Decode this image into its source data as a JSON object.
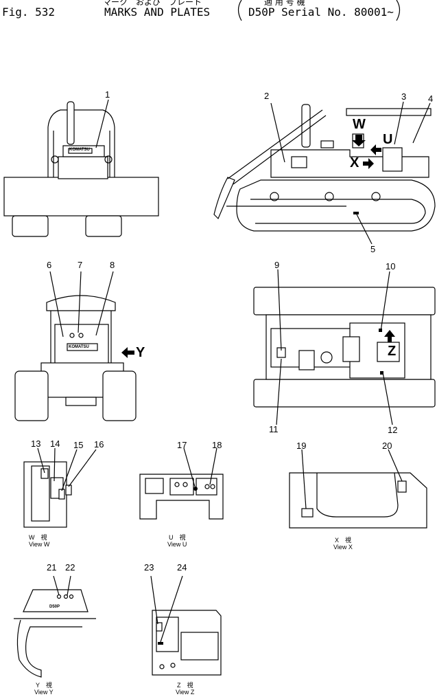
{
  "header": {
    "jp_title": "マーク　および　プレート",
    "jp_applicable": "適 用 号 機",
    "fig_label": "Fig. 532",
    "title": "MARKS AND PLATES",
    "serial": "D50P Serial No. 80001~"
  },
  "callouts": [
    "1",
    "2",
    "3",
    "4",
    "5",
    "6",
    "7",
    "8",
    "9",
    "10",
    "11",
    "12",
    "13",
    "14",
    "15",
    "16",
    "17",
    "18",
    "19",
    "20",
    "21",
    "22",
    "23",
    "24"
  ],
  "view_arrows": {
    "W": "W",
    "U": "U",
    "X": "X",
    "Y": "Y",
    "Z": "Z"
  },
  "machine_marks": {
    "komatsu": "KOMATSU",
    "model": "D50P"
  },
  "views": [
    {
      "jp": "W　視",
      "en": "View  W"
    },
    {
      "jp": "U　視",
      "en": "View  U"
    },
    {
      "jp": "X　視",
      "en": "View  X"
    },
    {
      "jp": "Y　視",
      "en": "View  Y"
    },
    {
      "jp": "Z　視",
      "en": "View  Z"
    }
  ]
}
